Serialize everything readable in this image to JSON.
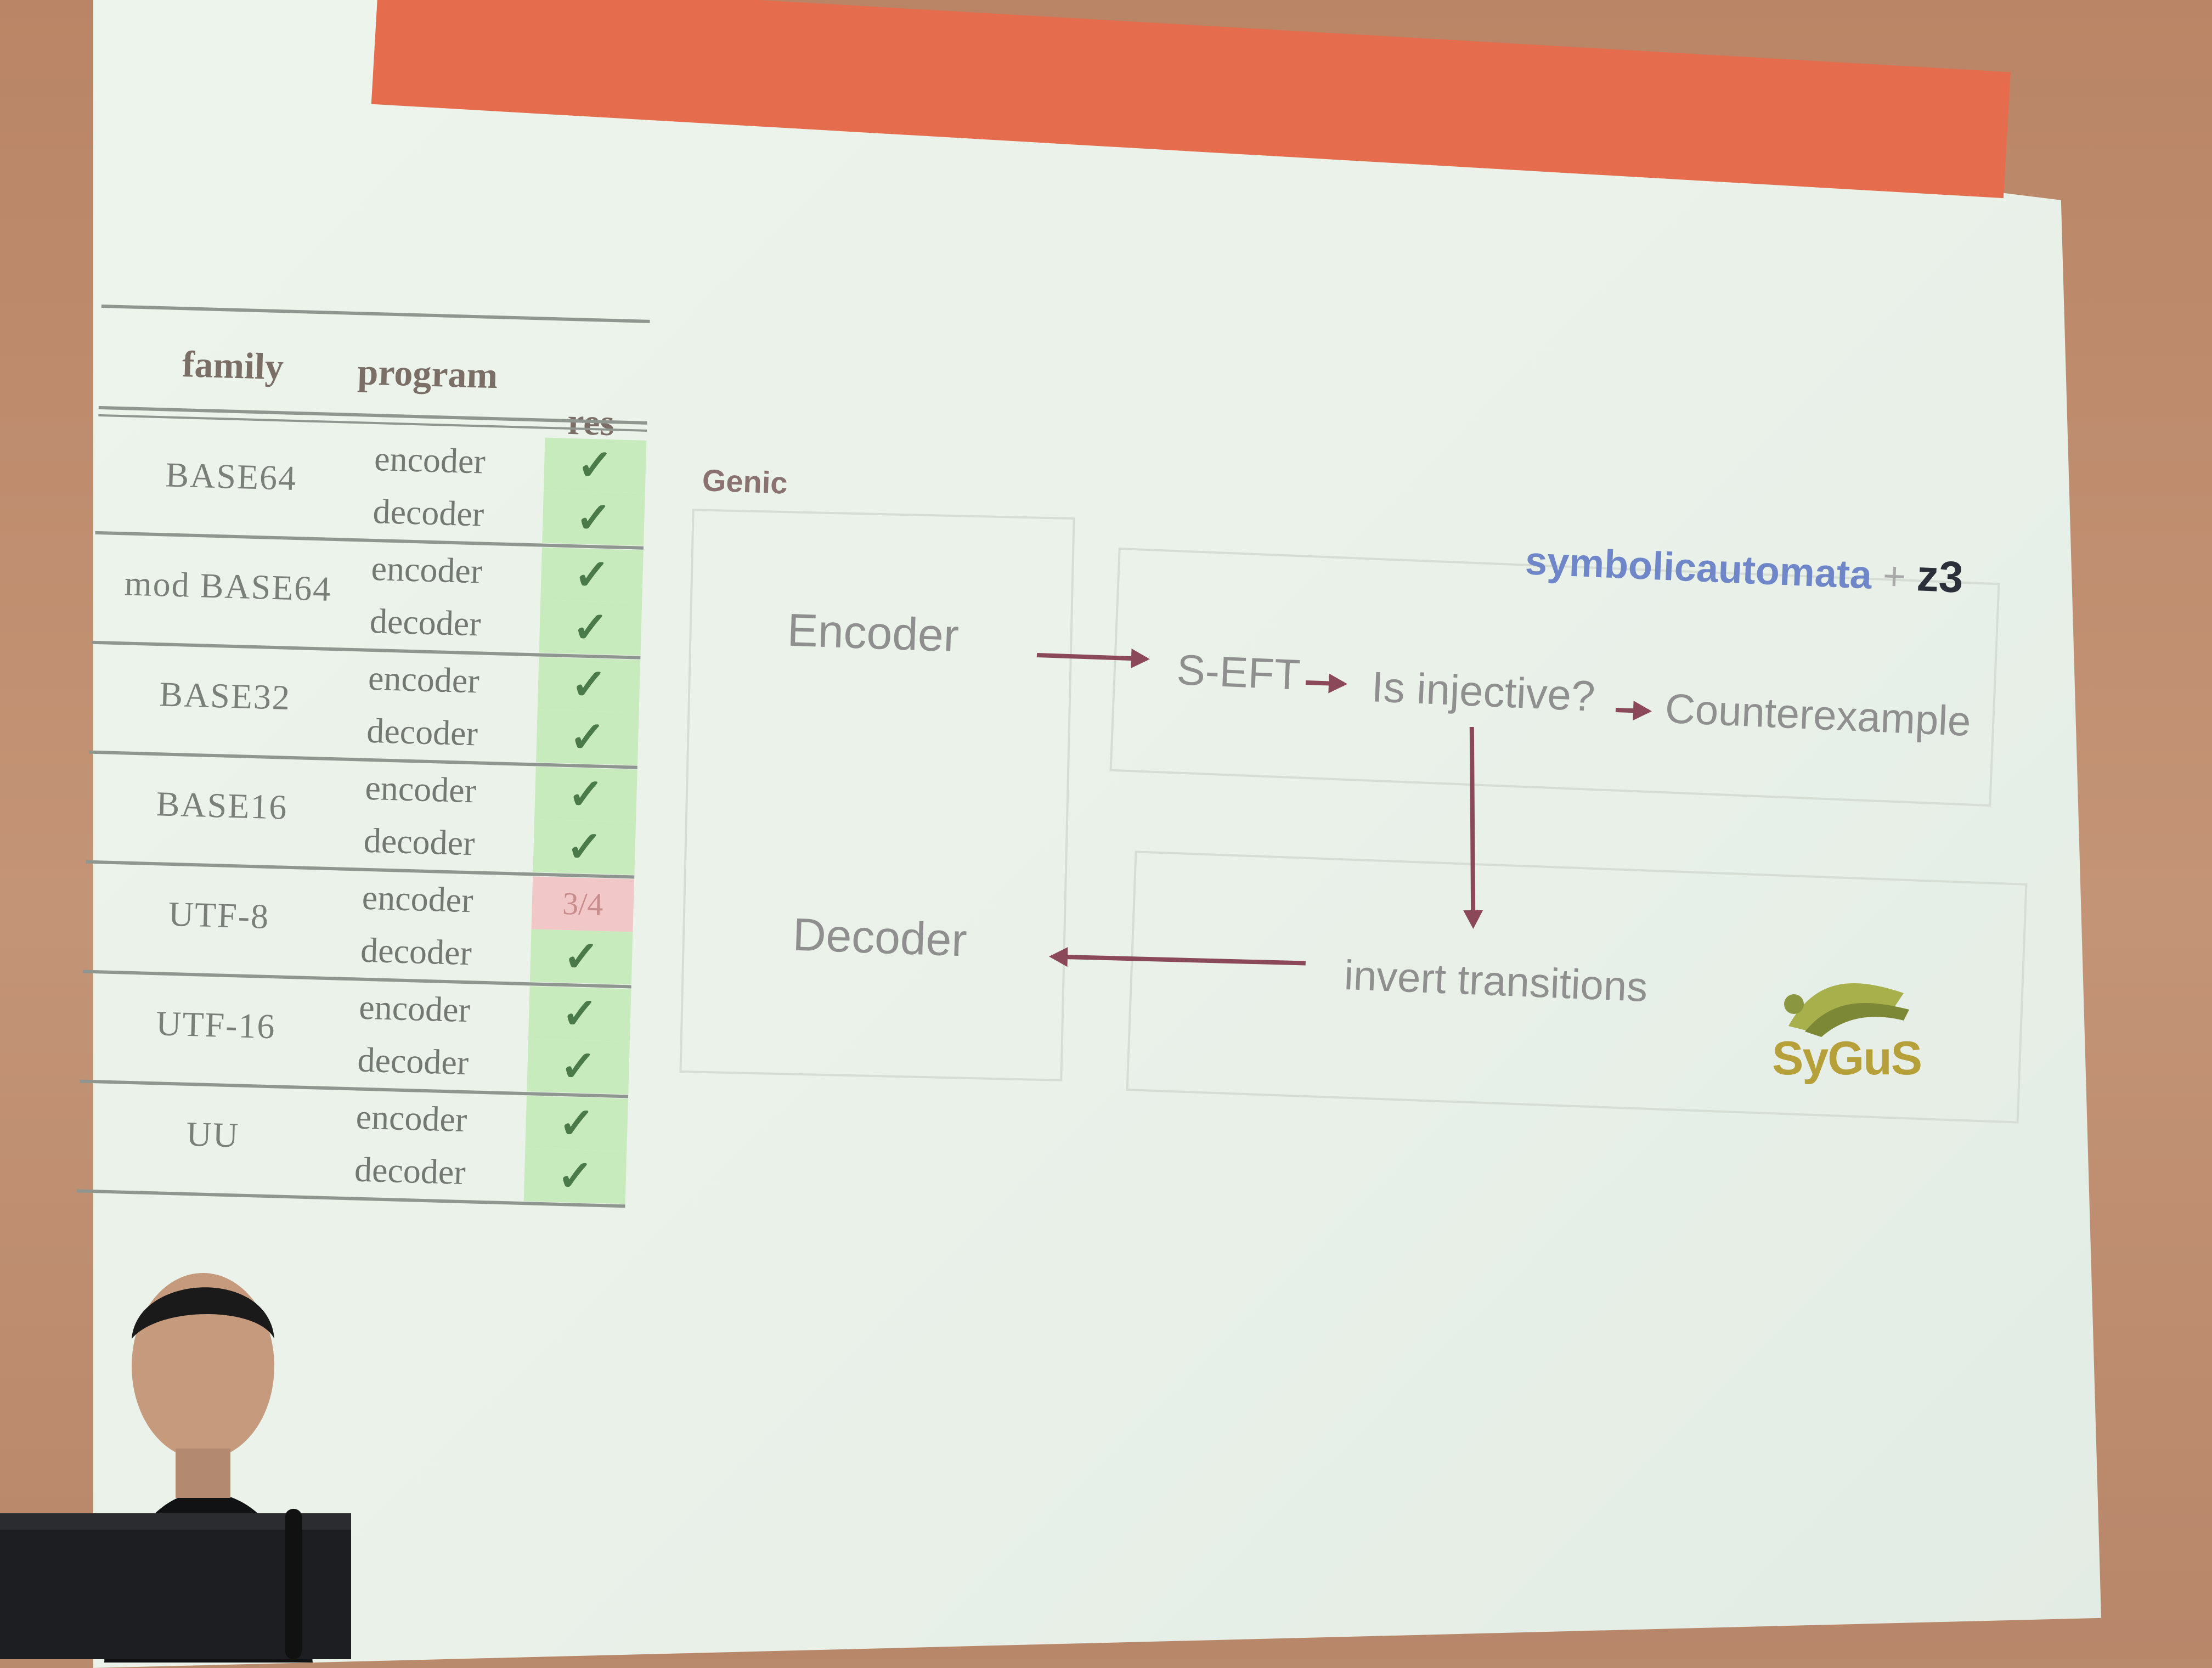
{
  "table": {
    "headers": {
      "family": "family",
      "program": "program",
      "res": "res"
    },
    "rows": [
      {
        "family": "BASE64",
        "programs": [
          {
            "name": "encoder",
            "res": "✓"
          },
          {
            "name": "decoder",
            "res": "✓"
          }
        ]
      },
      {
        "family": "mod BASE64",
        "programs": [
          {
            "name": "encoder",
            "res": "✓"
          },
          {
            "name": "decoder",
            "res": "✓"
          }
        ]
      },
      {
        "family": "BASE32",
        "programs": [
          {
            "name": "encoder",
            "res": "✓"
          },
          {
            "name": "decoder",
            "res": "✓"
          }
        ]
      },
      {
        "family": "BASE16",
        "programs": [
          {
            "name": "encoder",
            "res": "✓"
          },
          {
            "name": "decoder",
            "res": "✓"
          }
        ]
      },
      {
        "family": "UTF-8",
        "programs": [
          {
            "name": "encoder",
            "res": "3/4"
          },
          {
            "name": "decoder",
            "res": "✓"
          }
        ]
      },
      {
        "family": "UTF-16",
        "programs": [
          {
            "name": "encoder",
            "res": "✓"
          },
          {
            "name": "decoder",
            "res": "✓"
          }
        ]
      },
      {
        "family": "UU",
        "programs": [
          {
            "name": "encoder",
            "res": "✓"
          },
          {
            "name": "decoder",
            "res": "✓"
          }
        ]
      }
    ]
  },
  "diagram": {
    "genic_label": "Genic",
    "encoder": "Encoder",
    "decoder": "Decoder",
    "seft": "S-EFT",
    "is_injective": "Is injective?",
    "counterexample": "Counterexample",
    "invert_transitions": "invert transitions",
    "symbolicautomata": "symbolicautomata",
    "plus": "+",
    "z3": "z3",
    "sygus_logo_text": "SyGuS"
  },
  "colors": {
    "accent_bar": "#e56d4d",
    "arrow": "#8a4858",
    "res_ok": "#c8ebbd",
    "res_partial": "#f2c7c7",
    "symbolicautomata": "#6f87c9"
  }
}
